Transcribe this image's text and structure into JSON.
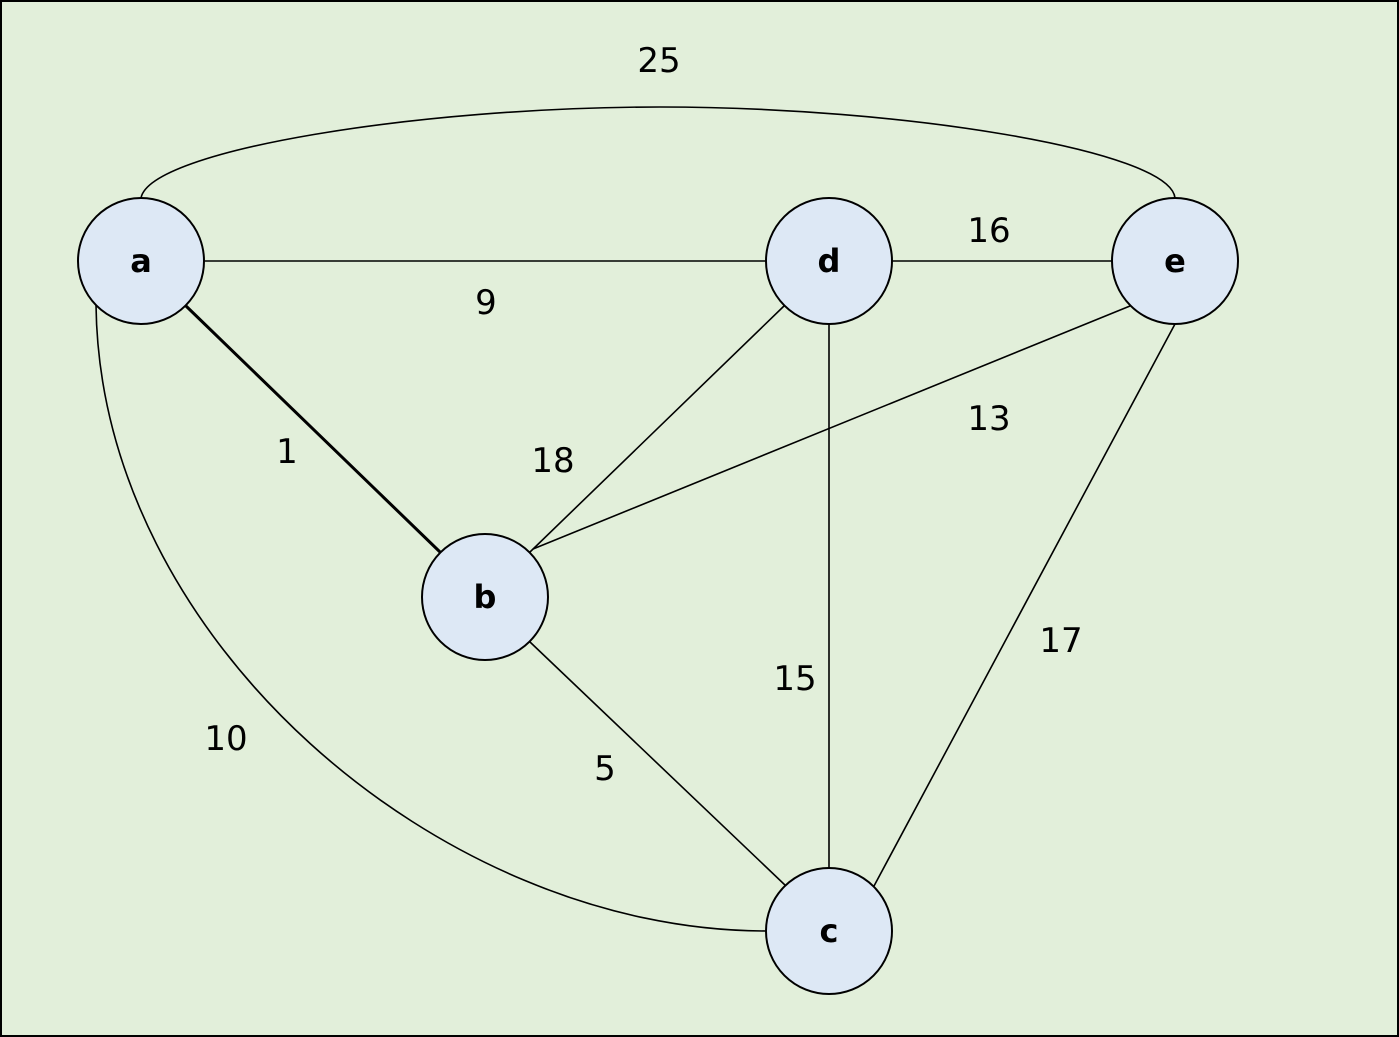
{
  "diagram": {
    "background": "#e2efda",
    "border_color": "#000000",
    "node_fill": "#dde8f5",
    "edge_color": "#000000",
    "highlight_color": "#e31a1c",
    "nodes": [
      {
        "id": "a",
        "label": "a"
      },
      {
        "id": "b",
        "label": "b"
      },
      {
        "id": "c",
        "label": "c"
      },
      {
        "id": "d",
        "label": "d"
      },
      {
        "id": "e",
        "label": "e"
      }
    ],
    "edges": [
      {
        "from": "a",
        "to": "e",
        "weight": "25",
        "highlighted": false
      },
      {
        "from": "a",
        "to": "d",
        "weight": "9",
        "highlighted": false
      },
      {
        "from": "d",
        "to": "e",
        "weight": "16",
        "highlighted": false
      },
      {
        "from": "a",
        "to": "b",
        "weight": "1",
        "highlighted": true
      },
      {
        "from": "b",
        "to": "d",
        "weight": "18",
        "highlighted": false
      },
      {
        "from": "b",
        "to": "e",
        "weight": "13",
        "highlighted": false
      },
      {
        "from": "d",
        "to": "c",
        "weight": "15",
        "highlighted": false
      },
      {
        "from": "e",
        "to": "c",
        "weight": "17",
        "highlighted": false
      },
      {
        "from": "a",
        "to": "c",
        "weight": "10",
        "highlighted": false
      },
      {
        "from": "b",
        "to": "c",
        "weight": "5",
        "highlighted": false
      }
    ]
  }
}
